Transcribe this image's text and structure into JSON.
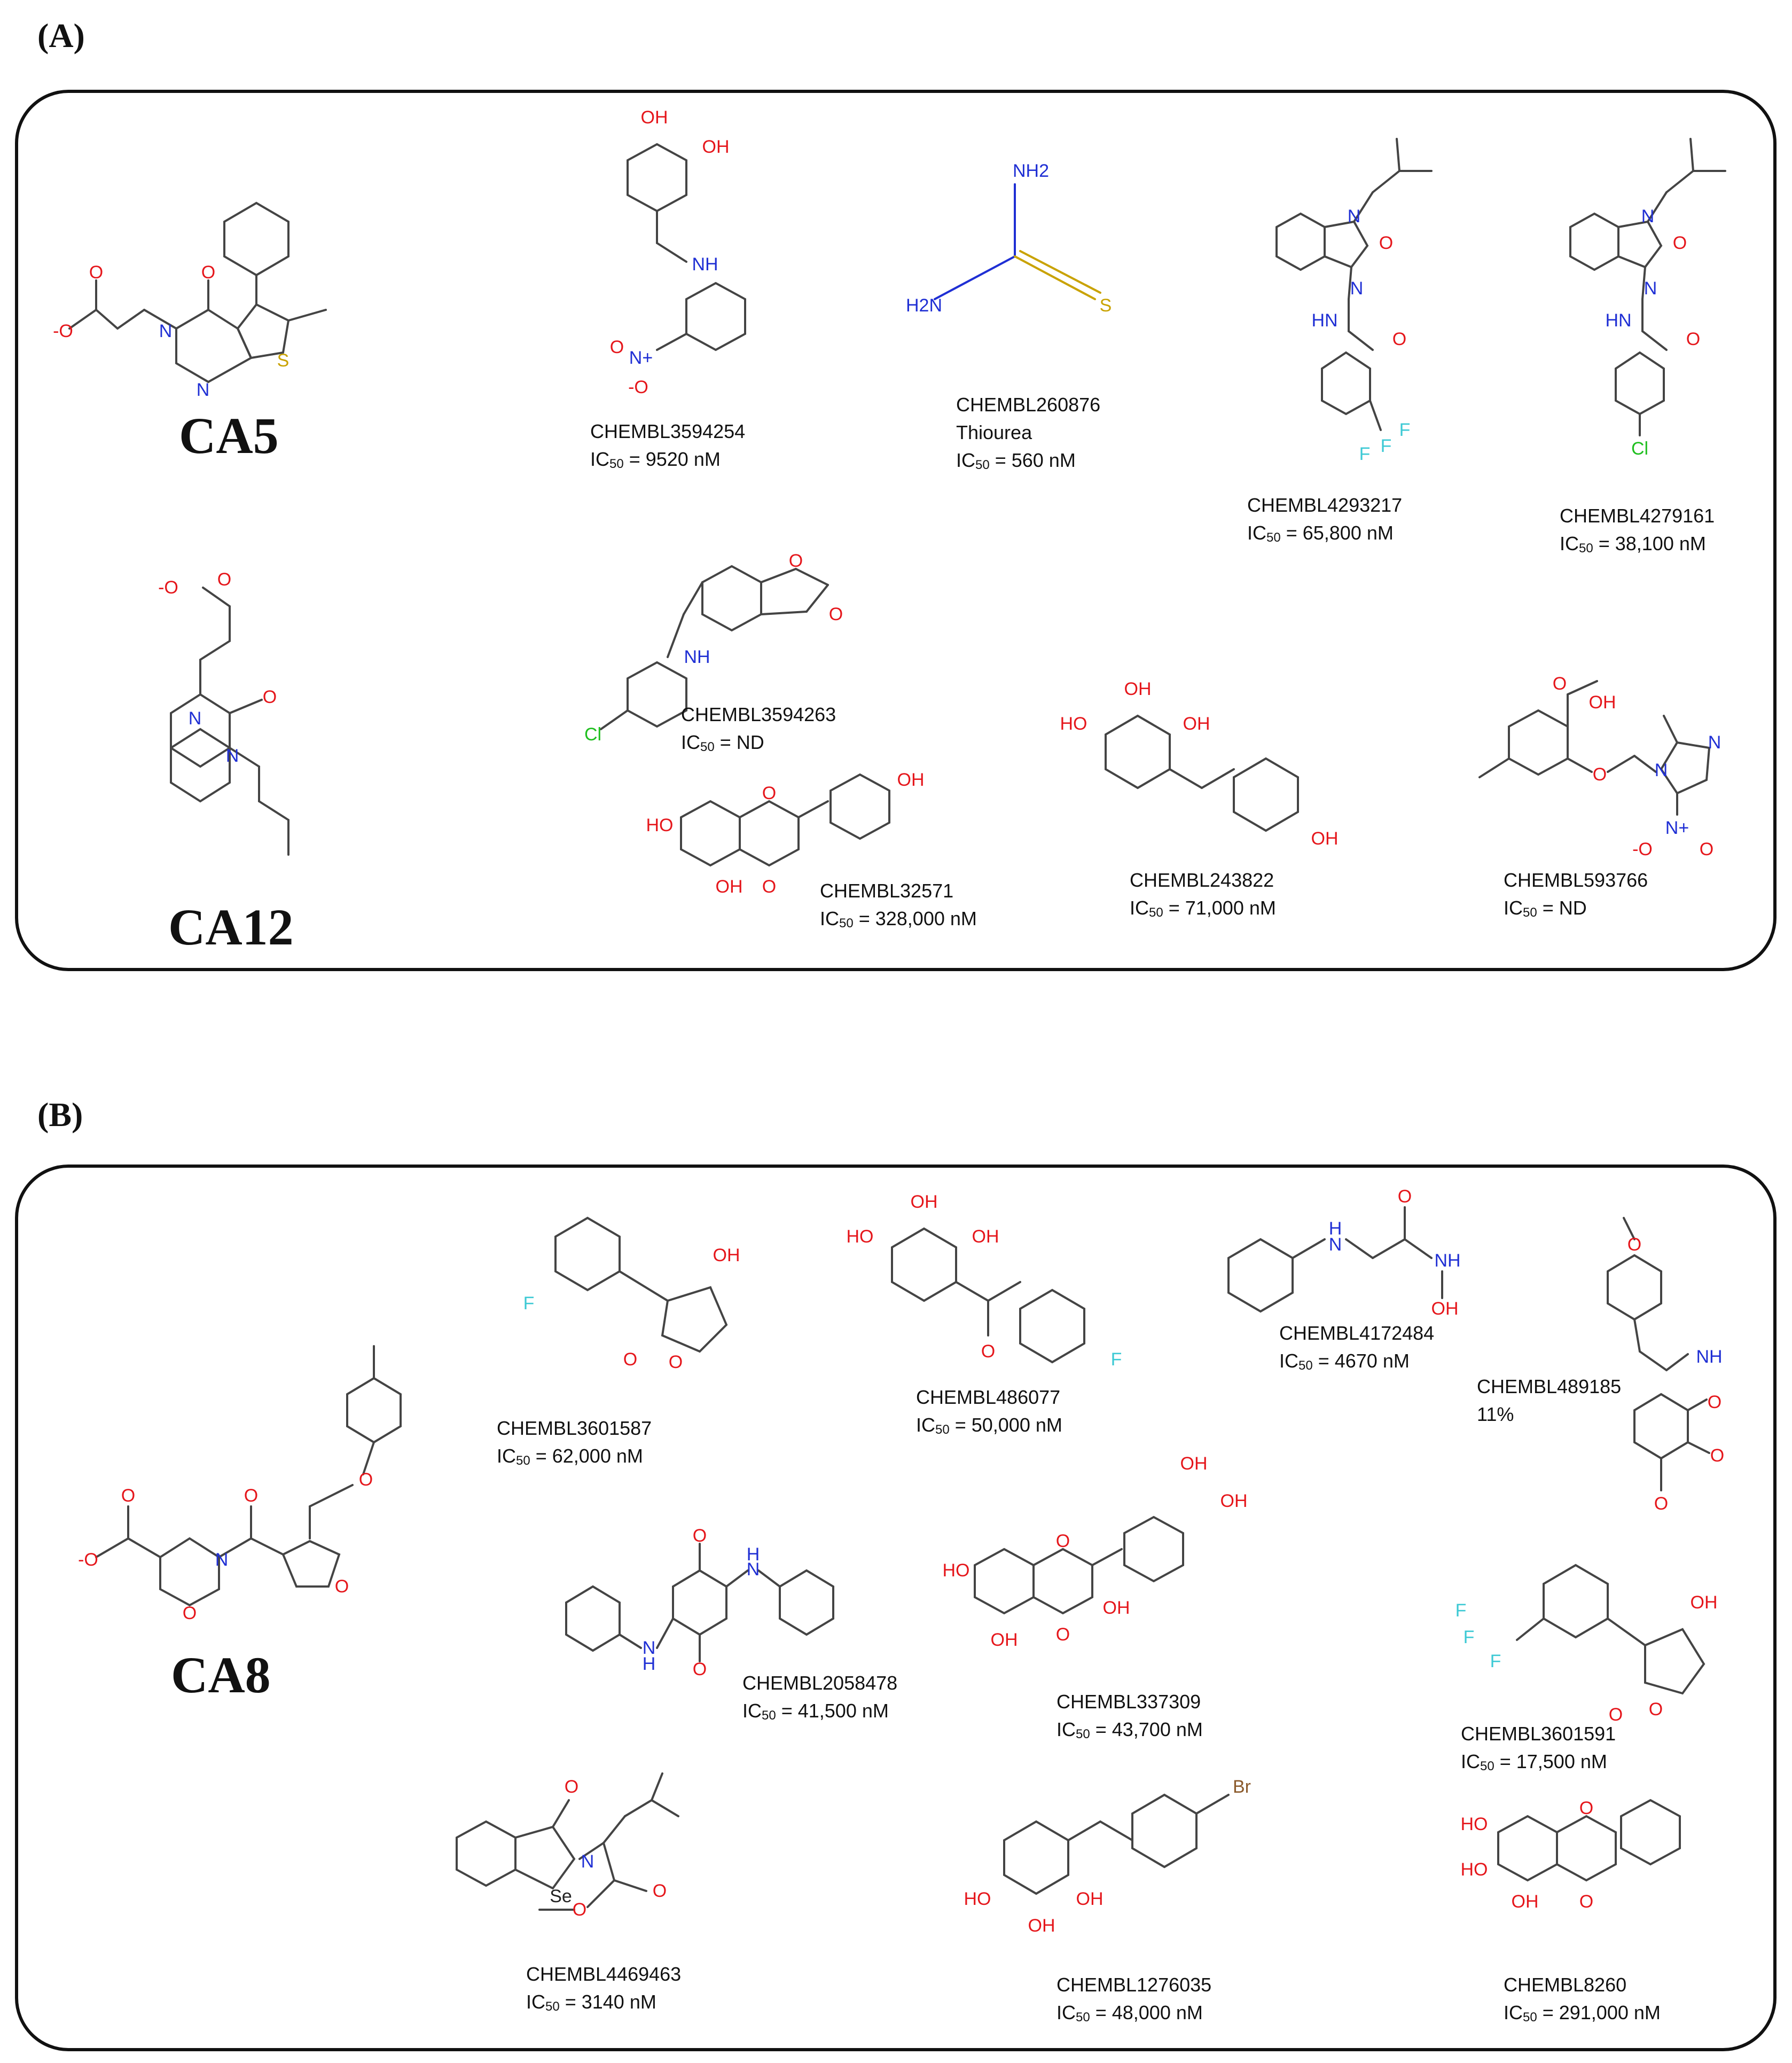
{
  "panels": {
    "a": {
      "letter": "(A)",
      "templates": [
        "CA5",
        "CA12"
      ],
      "compounds": [
        {
          "id": "CHEMBL3594254",
          "extra": "",
          "activity": "IC",
          "sub": "50",
          "value": " = 9520 nM"
        },
        {
          "id": "CHEMBL260876",
          "extra": "Thiourea",
          "activity": "IC",
          "sub": "50",
          "value": " = 560 nM"
        },
        {
          "id": "CHEMBL4293217",
          "extra": "",
          "activity": "IC",
          "sub": "50",
          "value": " = 65,800 nM"
        },
        {
          "id": "CHEMBL4279161",
          "extra": "",
          "activity": "IC",
          "sub": "50",
          "value": " = 38,100 nM"
        },
        {
          "id": "CHEMBL3594263",
          "extra": "",
          "activity": "IC",
          "sub": "50",
          "value": " = ND"
        },
        {
          "id": "CHEMBL32571",
          "extra": "",
          "activity": "IC",
          "sub": "50",
          "value": " = 328,000 nM"
        },
        {
          "id": "CHEMBL243822",
          "extra": "",
          "activity": "IC",
          "sub": "50",
          "value": " = 71,000 nM"
        },
        {
          "id": "CHEMBL593766",
          "extra": "",
          "activity": "IC",
          "sub": "50",
          "value": " = ND"
        }
      ]
    },
    "b": {
      "letter": "(B)",
      "templates": [
        "CA8"
      ],
      "compounds": [
        {
          "id": "CHEMBL3601587",
          "extra": "",
          "activity": "IC",
          "sub": "50",
          "value": " = 62,000 nM"
        },
        {
          "id": "CHEMBL486077",
          "extra": "",
          "activity": "IC",
          "sub": "50",
          "value": " = 50,000 nM"
        },
        {
          "id": "CHEMBL4172484",
          "extra": "",
          "activity": "IC",
          "sub": "50",
          "value": " = 4670 nM"
        },
        {
          "id": "CHEMBL489185",
          "extra": "",
          "activity": "",
          "sub": "",
          "value": "11%"
        },
        {
          "id": "CHEMBL2058478",
          "extra": "",
          "activity": "IC",
          "sub": "50",
          "value": " = 41,500 nM"
        },
        {
          "id": "CHEMBL337309",
          "extra": "",
          "activity": "IC",
          "sub": "50",
          "value": " = 43,700 nM"
        },
        {
          "id": "CHEMBL3601591",
          "extra": "",
          "activity": "IC",
          "sub": "50",
          "value": " = 17,500 nM"
        },
        {
          "id": "CHEMBL4469463",
          "extra": "",
          "activity": "IC",
          "sub": "50",
          "value": " = 3140 nM"
        },
        {
          "id": "CHEMBL1276035",
          "extra": "",
          "activity": "IC",
          "sub": "50",
          "value": " = 48,000 nM"
        },
        {
          "id": "CHEMBL8260",
          "extra": "",
          "activity": "IC",
          "sub": "50",
          "value": " = 291,000 nM"
        }
      ]
    }
  },
  "atoms": {
    "o": "O",
    "o_minus": "-O",
    "n": "N",
    "s": "S",
    "nh": "NH",
    "hn": "HN",
    "h": "H",
    "oh": "OH",
    "ho": "HO",
    "nh2": "NH2",
    "h2n": "H2N",
    "cl": "Cl",
    "f": "F",
    "br": "Br",
    "se": "Se",
    "no2_n": "N+",
    "no2_o": "-O",
    "nh_imine": "NH",
    "nhoh_n": "NH",
    "nhoh_o": "OH"
  },
  "colors": {
    "oxygen": "#e5161b",
    "nitrogen": "#1f2fd4",
    "sulfur": "#c9a200",
    "chlorine": "#1fbf1f",
    "fluorine": "#3cc9d4",
    "bromine": "#8b5a2b",
    "selenium": "#222222",
    "bond": "#444444"
  }
}
